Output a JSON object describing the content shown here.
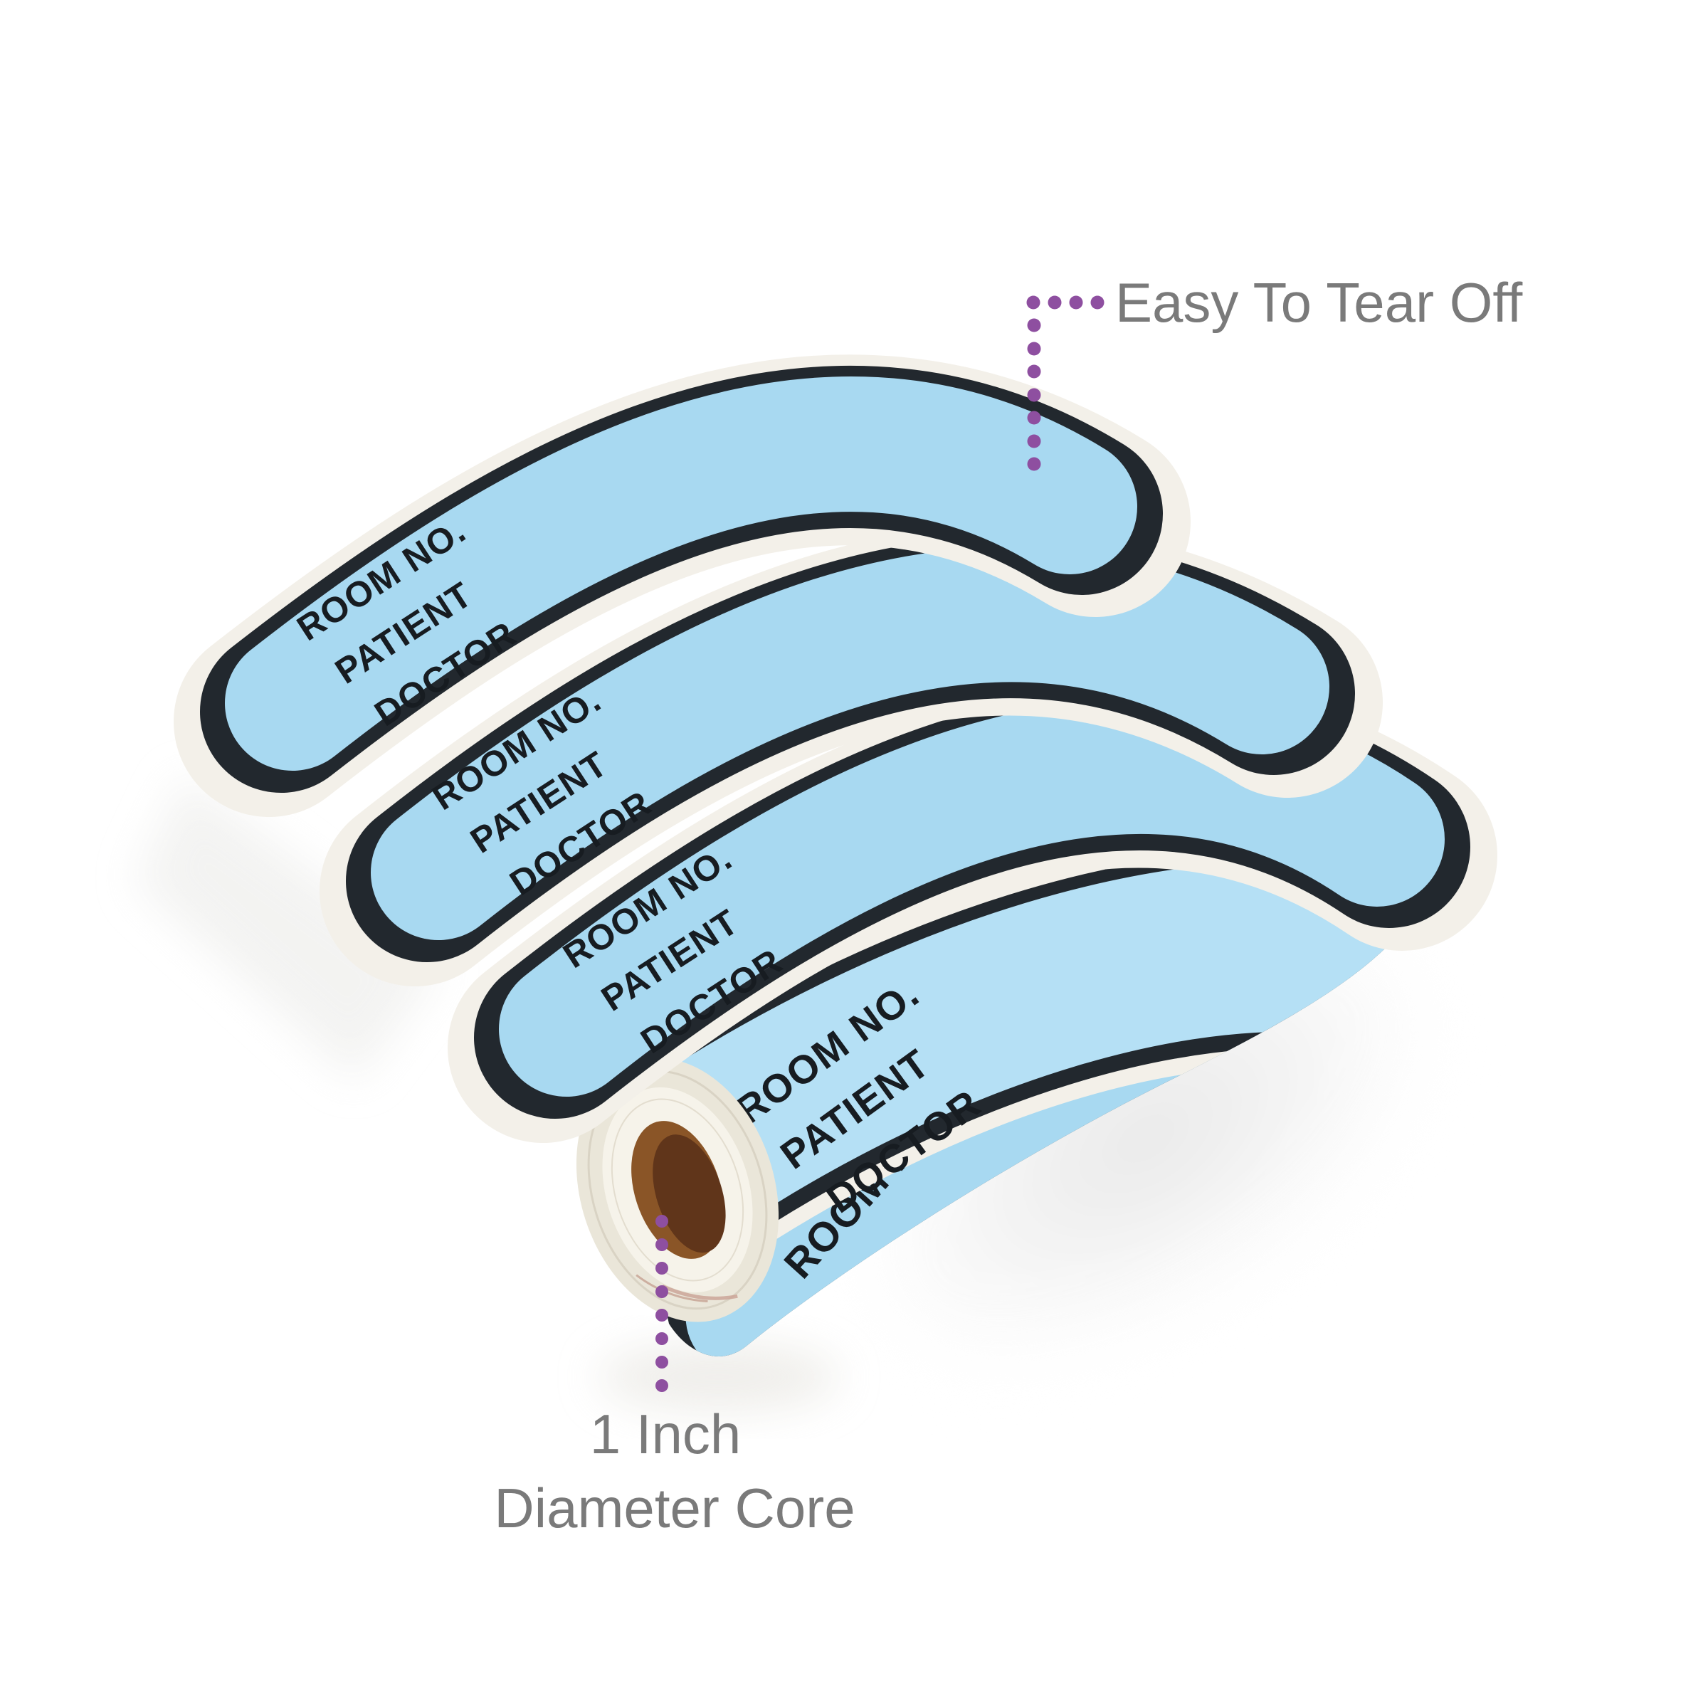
{
  "product": {
    "label_lines": [
      "ROOM NO.",
      "PATIENT",
      "DOCTOR"
    ],
    "label_color": "#a8d9f1",
    "label_color_front": "#b5e0f5",
    "border_color": "#22282e",
    "liner_color": "#f3f0e9",
    "roll_end_color": "#eae6d9",
    "roll_end_inner_color": "#f6f3ea",
    "core_color": "#8a5527",
    "core_shadow_color": "#60351a",
    "text_color": "#171c21"
  },
  "annotations": {
    "tear_label": "Easy To Tear Off",
    "core_label_line1": "1 Inch",
    "core_label_line2": "Diameter Core",
    "accent_color": "#8e4fa0",
    "text_color": "#7a7a7a"
  }
}
